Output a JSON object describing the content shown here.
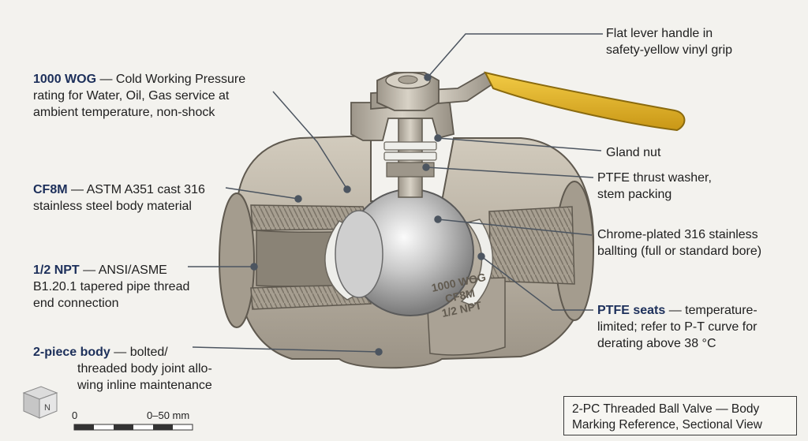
{
  "callouts": {
    "wog": {
      "key": "1000 WOG",
      "line1": " — Cold Working Pressure",
      "line2": "rating for Water, Oil, Gas service at",
      "line3": "ambient temperature, non-shock"
    },
    "cf8m": {
      "key": "CF8M",
      "line1": " — ASTM A351 cast 316",
      "line2": "stainless steel body material"
    },
    "npt": {
      "key": "1/2 NPT",
      "line1": " — ANSI/ASME",
      "line2": "B1.20.1 tapered pipe thread",
      "line3": "end connection"
    },
    "body": {
      "key": "2-piece body",
      "line1": " — bolted/",
      "line2": "threaded body joint allo-",
      "line3": "wing inline maintenance"
    },
    "handle": {
      "line1": "Flat lever handle in",
      "line2": "safety-yellow vinyl grip"
    },
    "gland": {
      "line1": "Gland nut"
    },
    "ptfe": {
      "line1": "PTFE thrust washer,",
      "line2": "stem packing"
    },
    "ball": {
      "line1": "Chrome-plated 316 stainless",
      "line2": "ballting (full or standard bore)"
    },
    "seats": {
      "key": "PTFE seats",
      "line1": " — temperature-",
      "line2": "limited; refer to P-T curve for",
      "line3": "derating above 38 °C"
    }
  },
  "body_marking": {
    "line1": "1000 WOG",
    "line2": "CF8M",
    "line3": "1/2 NPT"
  },
  "title": {
    "line1": "2-PC Threaded Ball Valve — Body",
    "line2": "Marking Reference, Sectional View"
  },
  "scale": {
    "zero": "0",
    "range": "0–50 mm"
  },
  "orientation_cube": {
    "label": "N"
  },
  "colors": {
    "steel": "#b8b0a2",
    "steel_dark": "#8e877b",
    "handle": "#e6b528",
    "ptfe": "#eeeeea",
    "callout_key": "#1c2f5a",
    "background": "#f3f2ee"
  }
}
